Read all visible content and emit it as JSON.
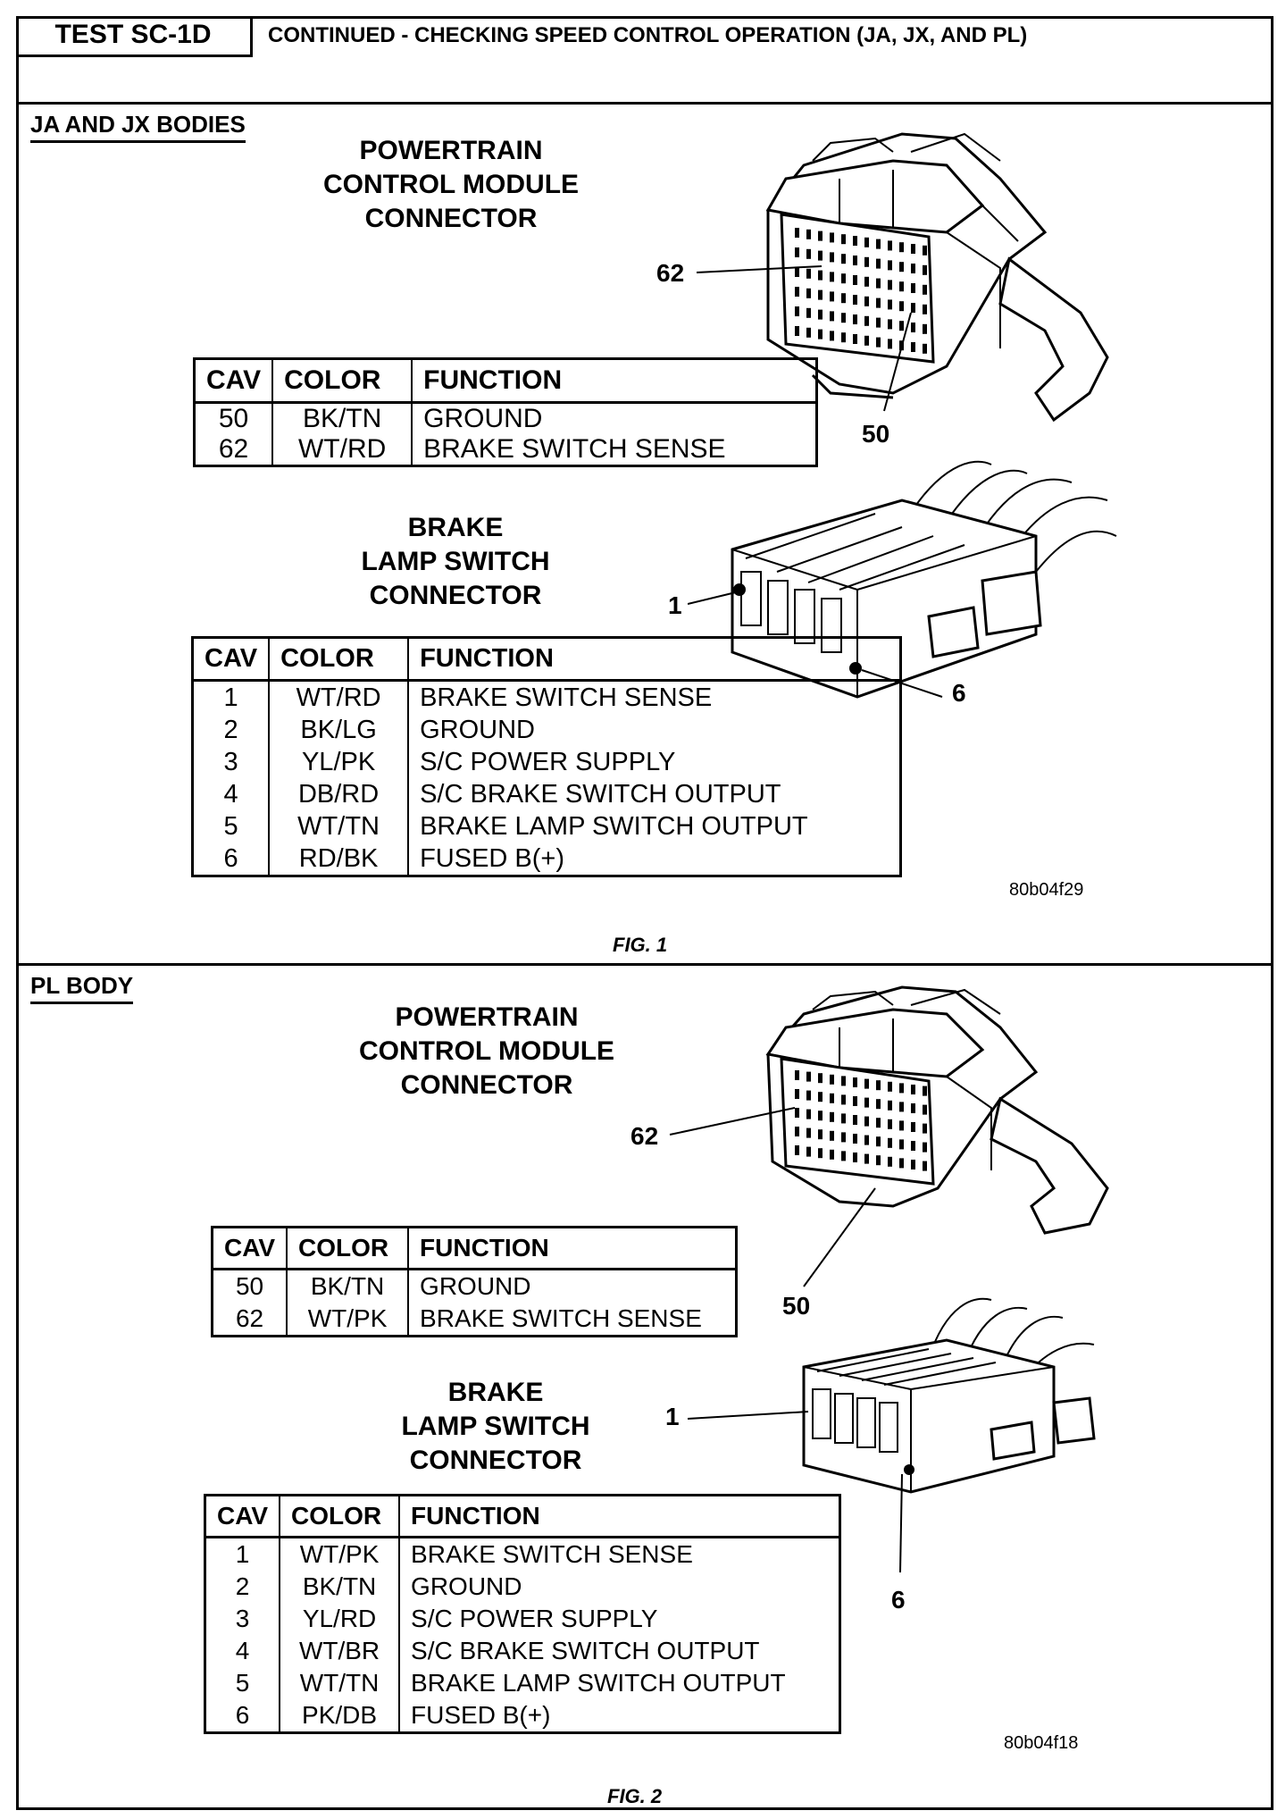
{
  "header": {
    "test_id": "TEST SC-1D",
    "title": "CONTINUED - CHECKING SPEED CONTROL OPERATION (JA, JX, AND PL)"
  },
  "fig1": {
    "section_label": "JA AND JX BODIES",
    "pcm_heading": [
      "POWERTRAIN",
      "CONTROL MODULE",
      "CONNECTOR"
    ],
    "pcm_callouts": [
      "62",
      "50"
    ],
    "pcm_table": {
      "headers": [
        "CAV",
        "COLOR",
        "FUNCTION"
      ],
      "rows": [
        [
          "50",
          "BK/TN",
          "GROUND"
        ],
        [
          "62",
          "WT/RD",
          "BRAKE SWITCH SENSE"
        ]
      ]
    },
    "bls_heading": [
      "BRAKE",
      "LAMP SWITCH",
      "CONNECTOR"
    ],
    "bls_callouts": [
      "1",
      "6"
    ],
    "bls_table": {
      "headers": [
        "CAV",
        "COLOR",
        "FUNCTION"
      ],
      "rows": [
        [
          "1",
          "WT/RD",
          "BRAKE SWITCH SENSE"
        ],
        [
          "2",
          "BK/LG",
          "GROUND"
        ],
        [
          "3",
          "YL/PK",
          "S/C POWER SUPPLY"
        ],
        [
          "4",
          "DB/RD",
          "S/C BRAKE SWITCH OUTPUT"
        ],
        [
          "5",
          "WT/TN",
          "BRAKE LAMP SWITCH OUTPUT"
        ],
        [
          "6",
          "RD/BK",
          "FUSED B(+)"
        ]
      ]
    },
    "image_code": "80b04f29",
    "caption": "FIG. 1"
  },
  "fig2": {
    "section_label": "PL BODY",
    "pcm_heading": [
      "POWERTRAIN",
      "CONTROL MODULE",
      "CONNECTOR"
    ],
    "pcm_callouts": [
      "62",
      "50"
    ],
    "pcm_table": {
      "headers": [
        "CAV",
        "COLOR",
        "FUNCTION"
      ],
      "rows": [
        [
          "50",
          "BK/TN",
          "GROUND"
        ],
        [
          "62",
          "WT/PK",
          "BRAKE SWITCH SENSE"
        ]
      ]
    },
    "bls_heading": [
      "BRAKE",
      "LAMP SWITCH",
      "CONNECTOR"
    ],
    "bls_callouts": [
      "1",
      "6"
    ],
    "bls_table": {
      "headers": [
        "CAV",
        "COLOR",
        "FUNCTION"
      ],
      "rows": [
        [
          "1",
          "WT/PK",
          "BRAKE SWITCH SENSE"
        ],
        [
          "2",
          "BK/TN",
          "GROUND"
        ],
        [
          "3",
          "YL/RD",
          "S/C POWER SUPPLY"
        ],
        [
          "4",
          "WT/BR",
          "S/C BRAKE SWITCH OUTPUT"
        ],
        [
          "5",
          "WT/TN",
          "BRAKE LAMP SWITCH OUTPUT"
        ],
        [
          "6",
          "PK/DB",
          "FUSED B(+)"
        ]
      ]
    },
    "image_code": "80b04f18",
    "caption": "FIG. 2"
  }
}
